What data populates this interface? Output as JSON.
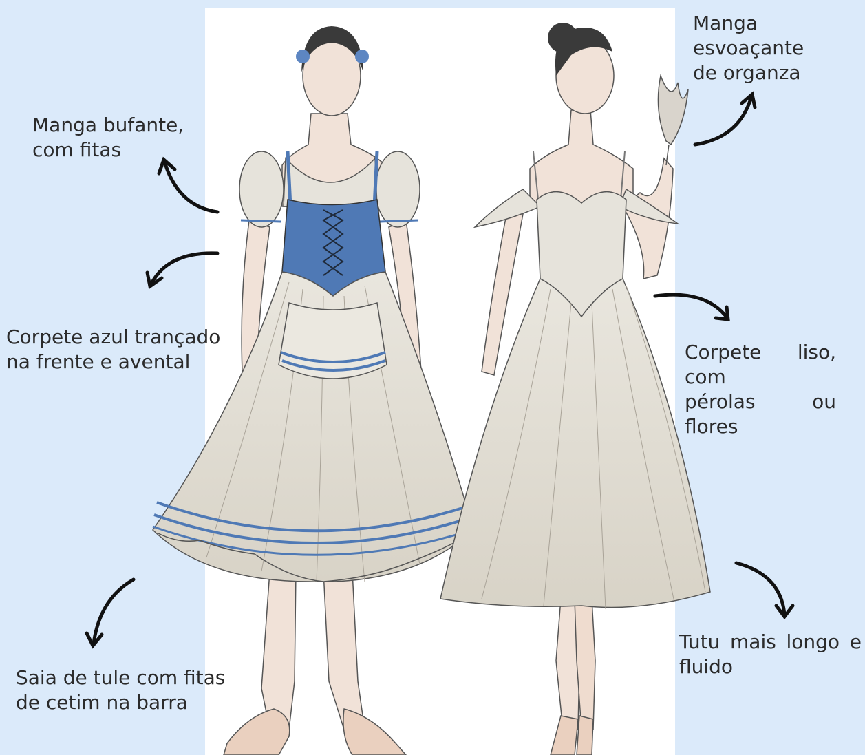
{
  "colors": {
    "background": "#dbeafa",
    "panel": "#ffffff",
    "dress": "#e6e3db",
    "bodice_blue": "#4f79b5",
    "skin": "#f1e2d8",
    "hair": "#3a3a3a",
    "text": "#2b2b2b"
  },
  "annotations": {
    "manga_bufante": [
      "Manga  bufante,",
      "com fitas"
    ],
    "corpete_azul": [
      "Corpete azul trançado",
      "na frente e avental"
    ],
    "saia_tule": [
      "Saia de tule com fitas",
      "de cetim na barra"
    ],
    "manga_organza": [
      "Manga  esvoaçante",
      "de organza"
    ],
    "corpete_liso": [
      "Corpete  liso,  com",
      "pérolas ou flores"
    ],
    "tutu_longo": [
      "Tutu  mais  longo  e",
      "fluido"
    ]
  },
  "icons": [
    "curved-arrow-icon"
  ]
}
